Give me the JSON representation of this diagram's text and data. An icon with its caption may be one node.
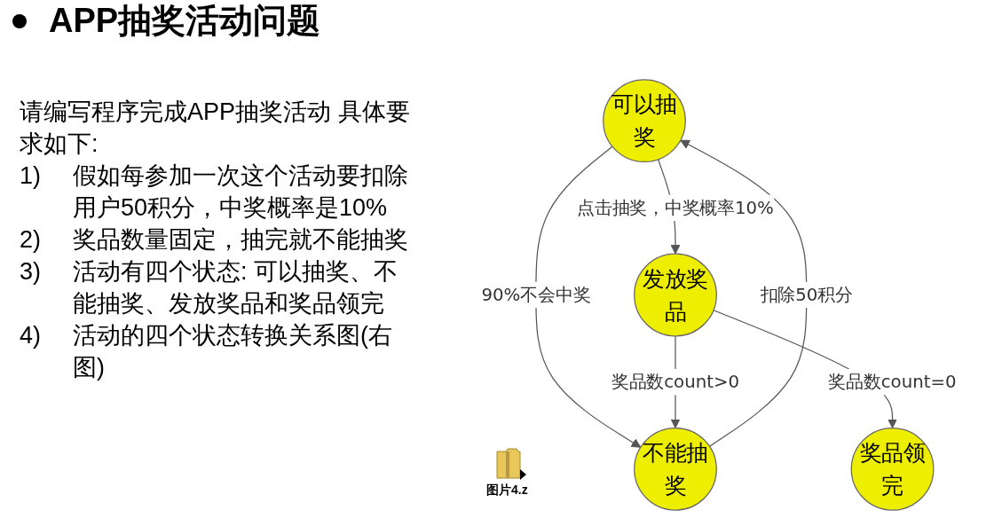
{
  "diagram": {
    "title": "APP抽奖活动问题",
    "nodes": [
      {
        "text": [
          "可以抽奖"
        ]
      },
      {
        "text": [
          "不能抽奖"
        ]
      },
      {
        "text": [
          "发放奖品"
        ]
      },
      {
        "text": [
          "奖品领完"
        ]
      }
    ],
    "edges": [
      {
        "from": 1,
        "to": 0,
        "arrow": "to",
        "label": "扣除50积分"
      },
      {
        "from": 0,
        "to": 2,
        "arrow": "to",
        "label": "点击抽奖，中奖概率10%"
      },
      {
        "from": 0,
        "to": 1,
        "arrow": "to",
        "label": "90%不会中奖"
      },
      {
        "from": 2,
        "to": 1,
        "arrow": "to",
        "label": "奖品数count>0"
      },
      {
        "from": 2,
        "to": 3,
        "arrow": "to",
        "label": "奖品数count=0"
      }
    ],
    "labels": [
      "请编写程序完成APP抽奖活动 具体要求如下:",
      "1)",
      "假如每参加一次这个活动要扣除用户50积分，中奖概率是10%",
      "2)",
      "奖品数量固定，抽完就不能抽奖",
      "3)",
      "活动有四个状态: 可以抽奖、不能抽奖、发放奖品和奖品领完",
      "4)",
      "活动的四个状态转换关系图(右图)",
      "图片4.z"
    ]
  }
}
